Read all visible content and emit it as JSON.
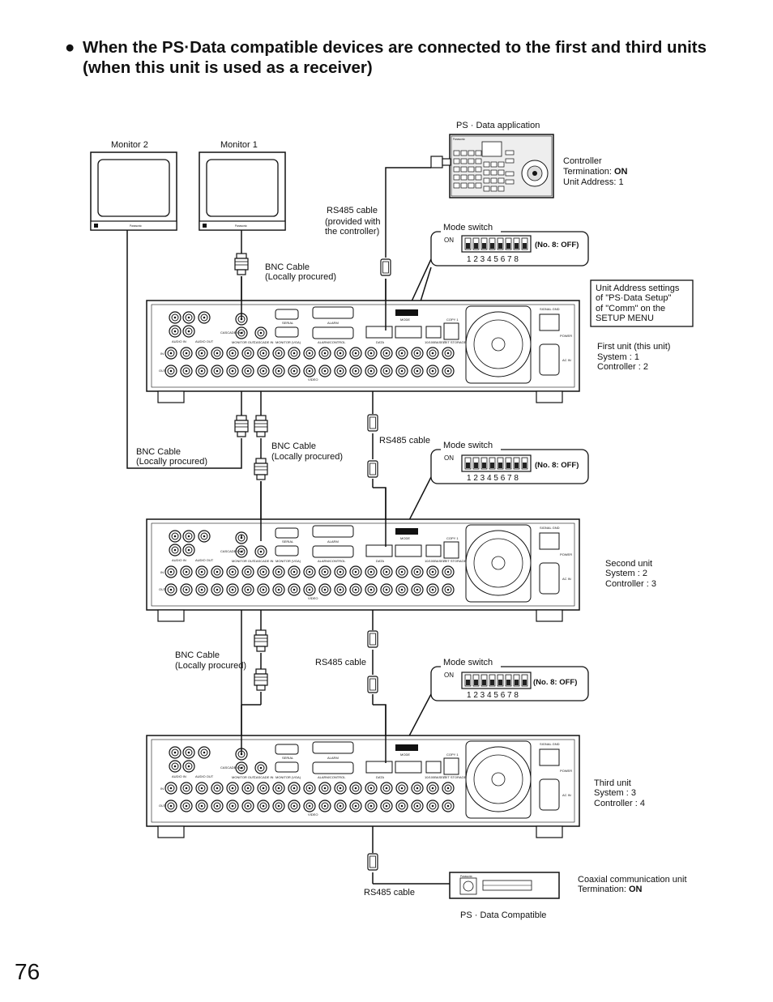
{
  "heading": {
    "bullet": "●",
    "line1": "When the PS·Data compatible devices are connected to the first and third units",
    "line2": "(when this unit is used as a receiver)"
  },
  "page_number": "76",
  "monitors": [
    {
      "label": "Monitor 2",
      "brand": "Panasonic"
    },
    {
      "label": "Monitor 1",
      "brand": "Panasonic"
    }
  ],
  "controller": {
    "title": "PS · Data application",
    "brand": "Panasonic",
    "settings_line1": "Controller",
    "settings_line2_prefix": "Termination: ",
    "settings_line2_value": "ON",
    "settings_line3": "Unit Address: 1"
  },
  "cables": {
    "rs485_controller_1": "RS485 cable",
    "rs485_controller_2": "(provided with",
    "rs485_controller_3": "the controller)",
    "bnc_top_1": "BNC Cable",
    "bnc_top_2": "(Locally procured)",
    "bnc_left_1": "BNC Cable",
    "bnc_left_2": "(Locally procured)",
    "bnc_mid_1": "BNC Cable",
    "bnc_mid_2": "(Locally procured)",
    "bnc_bottom_1": "BNC Cable",
    "bnc_bottom_2": "(Locally procured)",
    "rs485_mid": "RS485 cable",
    "rs485_lower": "RS485 cable",
    "rs485_bottom": "RS485 cable"
  },
  "mode_switches": [
    {
      "title": "Mode switch",
      "on_label": "ON",
      "numbers": "1 2 3 4 5 6 7 8",
      "setting": "(No. 8: OFF)"
    },
    {
      "title": "Mode switch",
      "on_label": "ON",
      "numbers": "1 2 3 4 5 6 7 8",
      "setting": "(No. 8: OFF)"
    },
    {
      "title": "Mode switch",
      "on_label": "ON",
      "numbers": "1 2 3 4 5 6 7 8",
      "setting": "(No. 8: OFF)"
    }
  ],
  "unit_address_note": {
    "line1": "Unit Address settings",
    "line2": "of \"PS·Data Setup\"",
    "line3": "of \"Comm\" on the",
    "line4": "SETUP MENU"
  },
  "units": [
    {
      "name": "First unit (this unit)",
      "system": "System     : 1",
      "controller": "Controller  : 2"
    },
    {
      "name": "Second unit",
      "system": "System     : 2",
      "controller": "Controller  : 3"
    },
    {
      "name": "Third unit",
      "system": "System     : 3",
      "controller": "Controller  : 4"
    }
  ],
  "panel_labels": {
    "audio_in": "AUDIO IN",
    "audio_out": "AUDIO OUT",
    "cascade_out": "CASCADE OUT",
    "monitor_out": "MONITOR OUT",
    "cascade_in": "CASCADE IN",
    "serial": "SERIAL",
    "monitor_vga": "MONITOR (VGA)",
    "alarm": "ALARM",
    "alarm_control": "ALARM/CONTROL",
    "mode": "MODE",
    "data": "DATA",
    "copy": "COPY 1",
    "ten_base": "10/100BASE-T",
    "ext_storage": "EXT STORAGE",
    "signal_gnd": "SIGNAL GND",
    "power": "POWER",
    "ac_in": "AC IN",
    "in": "IN",
    "out": "OUT",
    "video": "VIDEO"
  },
  "coax_unit": {
    "title": "PS · Data Compatible",
    "brand": "Panasonic",
    "settings_line1": "Coaxial communication unit",
    "settings_line2_prefix": "Termination: ",
    "settings_line2_value": "ON"
  }
}
